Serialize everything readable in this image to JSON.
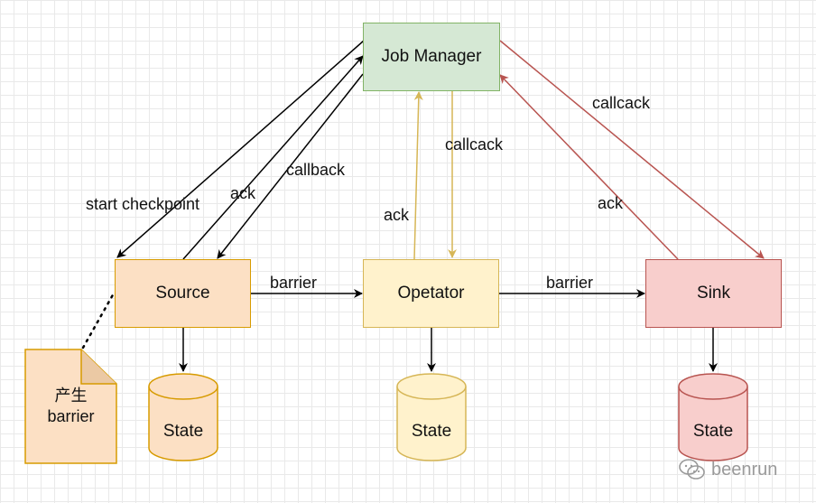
{
  "nodes": {
    "job_manager": "Job Manager",
    "source": "Source",
    "operator": "Opetator",
    "sink": "Sink"
  },
  "stores": {
    "source_state": "State",
    "operator_state": "State",
    "sink_state": "State"
  },
  "note": {
    "line1": "产生",
    "line2": "barrier"
  },
  "edges": {
    "start_checkpoint": "start checkpoint",
    "source_ack": "ack",
    "source_callback": "callback",
    "operator_ack": "ack",
    "operator_callcack": "callcack",
    "sink_ack": "ack",
    "sink_callcack": "callcack",
    "barrier_1": "barrier",
    "barrier_2": "barrier"
  },
  "watermark": {
    "text": "beenrun",
    "icon": "wechat-icon"
  },
  "colors": {
    "job_manager_fill": "#d5e8d4",
    "job_manager_stroke": "#82b366",
    "source_fill": "#fce0c4",
    "source_stroke": "#d79b00",
    "operator_fill": "#fff2cc",
    "operator_stroke": "#d6b656",
    "sink_fill": "#f8cecc",
    "sink_stroke": "#b85450",
    "black_edge": "#000000",
    "yellow_edge": "#d6b656",
    "red_edge": "#b85450"
  }
}
